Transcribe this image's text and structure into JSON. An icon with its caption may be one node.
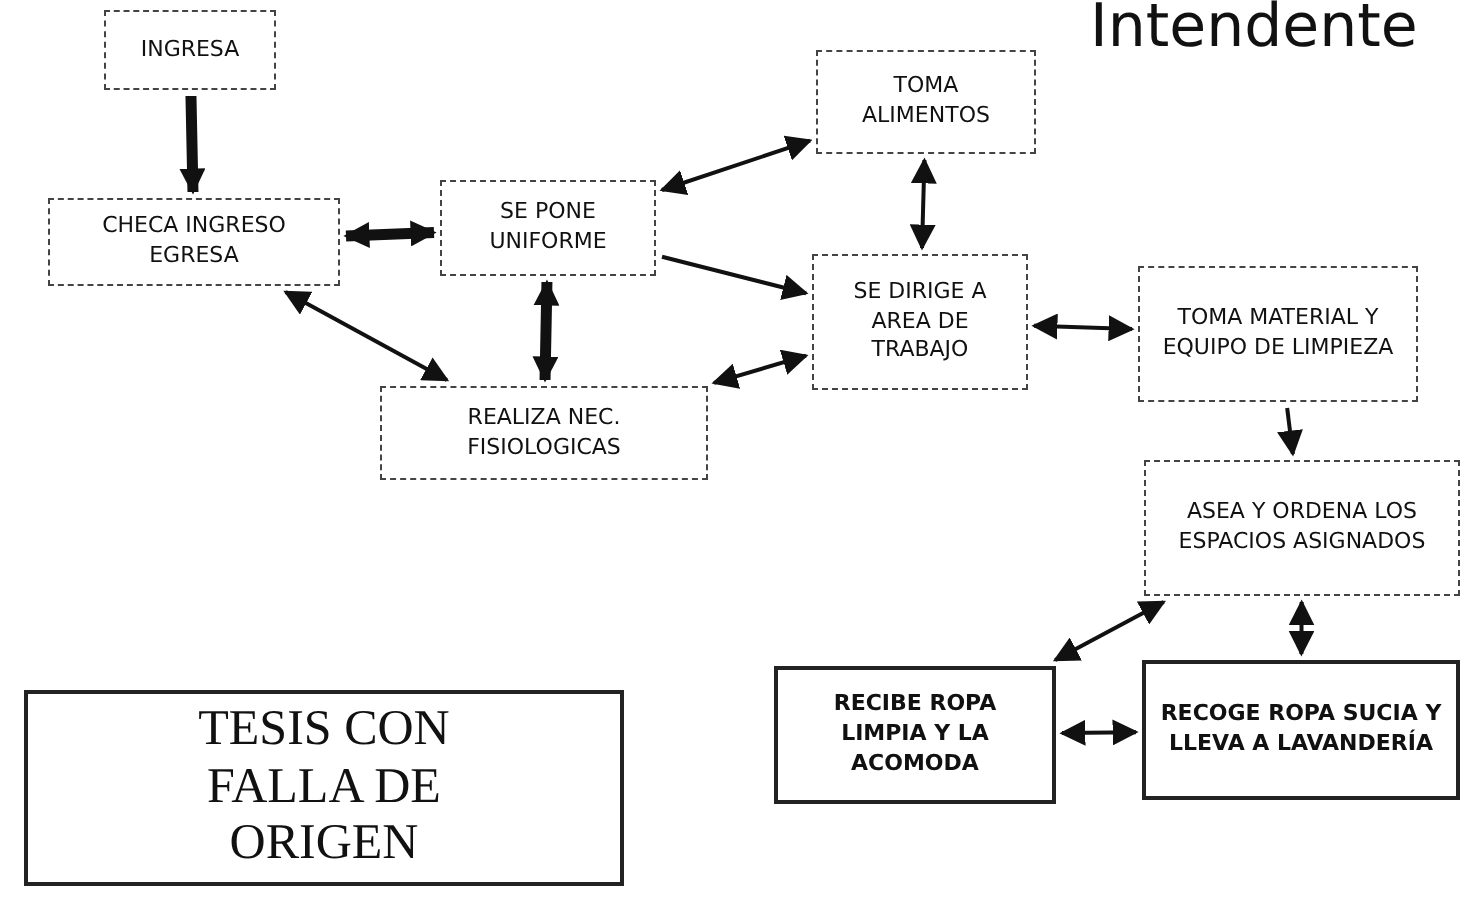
{
  "diagram": {
    "title": "Intendente",
    "nodes": [
      {
        "text": [
          "INGRESA"
        ]
      },
      {
        "text": [
          "CHECA INGRESO EGRESA"
        ]
      },
      {
        "text": [
          "SE PONE UNIFORME"
        ]
      },
      {
        "text": [
          "TOMA ALIMENTOS"
        ]
      },
      {
        "text": [
          "SE DIRIGE A AREA DE TRABAJO"
        ]
      },
      {
        "text": [
          "TOMA MATERIAL Y EQUIPO DE LIMPIEZA"
        ]
      },
      {
        "text": [
          "REALIZA NEC. FISIOLOGICAS"
        ]
      },
      {
        "text": [
          "ASEA Y ORDENA LOS ESPACIOS ASIGNADOS"
        ]
      },
      {
        "text": [
          "RECIBE ROPA LIMPIA Y LA ACOMODA"
        ]
      },
      {
        "text": [
          "RECOGE ROPA SUCIA Y LLEVA A LAVANDERÍA"
        ]
      },
      {
        "text": [
          "TESIS CON FALLA DE ORIGEN"
        ]
      }
    ],
    "edges": [
      {
        "from": 0,
        "to": 1,
        "arrow": "to",
        "style": "thick"
      },
      {
        "from": 1,
        "to": 2,
        "arrow": "both",
        "style": "thick"
      },
      {
        "from": 2,
        "to": 3,
        "arrow": "both"
      },
      {
        "from": 2,
        "to": 4,
        "arrow": "to"
      },
      {
        "from": 3,
        "to": 4,
        "arrow": "both"
      },
      {
        "from": 1,
        "to": 6,
        "arrow": "both"
      },
      {
        "from": 2,
        "to": 6,
        "arrow": "both",
        "style": "thick"
      },
      {
        "from": 6,
        "to": 4,
        "arrow": "both"
      },
      {
        "from": 4,
        "to": 5,
        "arrow": "both"
      },
      {
        "from": 5,
        "to": 7,
        "arrow": "to"
      },
      {
        "from": 7,
        "to": 8,
        "arrow": "both"
      },
      {
        "from": 7,
        "to": 9,
        "arrow": "both"
      },
      {
        "from": 8,
        "to": 9,
        "arrow": "both"
      }
    ]
  }
}
